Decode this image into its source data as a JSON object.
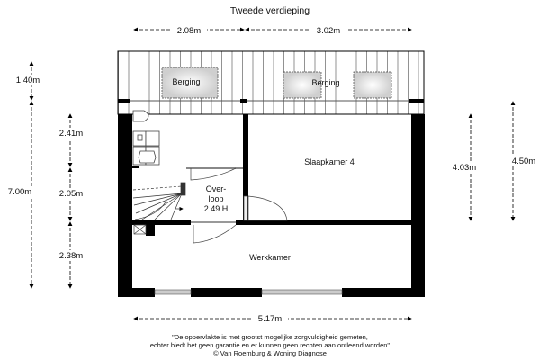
{
  "title": "Tweede verdieping",
  "dimensions": {
    "top_left": "2.08m",
    "top_right": "3.02m",
    "left_attic": "1.40m",
    "left_total": "7.00m",
    "left_1": "2.41m",
    "left_2": "2.05m",
    "left_3": "2.38m",
    "right_inner": "4.03m",
    "right_outer": "4.50m",
    "bottom": "5.17m"
  },
  "rooms": {
    "berging_1": "Berging",
    "berging_2": "Berging",
    "slaapkamer": "Slaapkamer 4",
    "overloop_line1": "Over-",
    "overloop_line2": "loop",
    "overloop_height": "2.49 H",
    "werkkamer": "Werkkamer"
  },
  "footer": {
    "line1": "\"De oppervlakte is met grootst mogelijke zorgvuldigheid gemeten,",
    "line2": "echter biedt het geen garantie en er kunnen geen rechten aan ontleend worden\"",
    "line3": "© Van Roemburg & Woning Diagnose"
  },
  "colors": {
    "wall": "#000000",
    "roof_line": "#888888",
    "window": "#bbbbbb"
  }
}
